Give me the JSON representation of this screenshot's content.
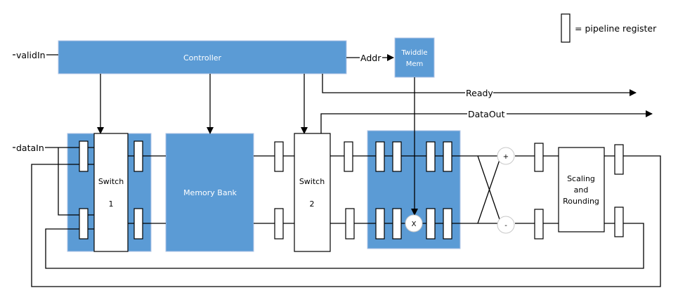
{
  "legend": {
    "text": "= pipeline register"
  },
  "blocks": {
    "controller": "Controller",
    "twiddle_line1": "Twiddle",
    "twiddle_line2": "Mem",
    "memory_bank": "Memory Bank",
    "switch1_line1": "Switch",
    "switch1_line2": "1",
    "switch2_line1": "Switch",
    "switch2_line2": "2",
    "scaling_line1": "Scaling",
    "scaling_line2": "and",
    "scaling_line3": "Rounding"
  },
  "signals": {
    "valid_in": "validIn",
    "data_in": "dataIn",
    "addr": "Addr",
    "ready": "Ready",
    "data_out": "DataOut"
  },
  "operators": {
    "multiply": "X",
    "add": "+",
    "subtract": "-"
  }
}
